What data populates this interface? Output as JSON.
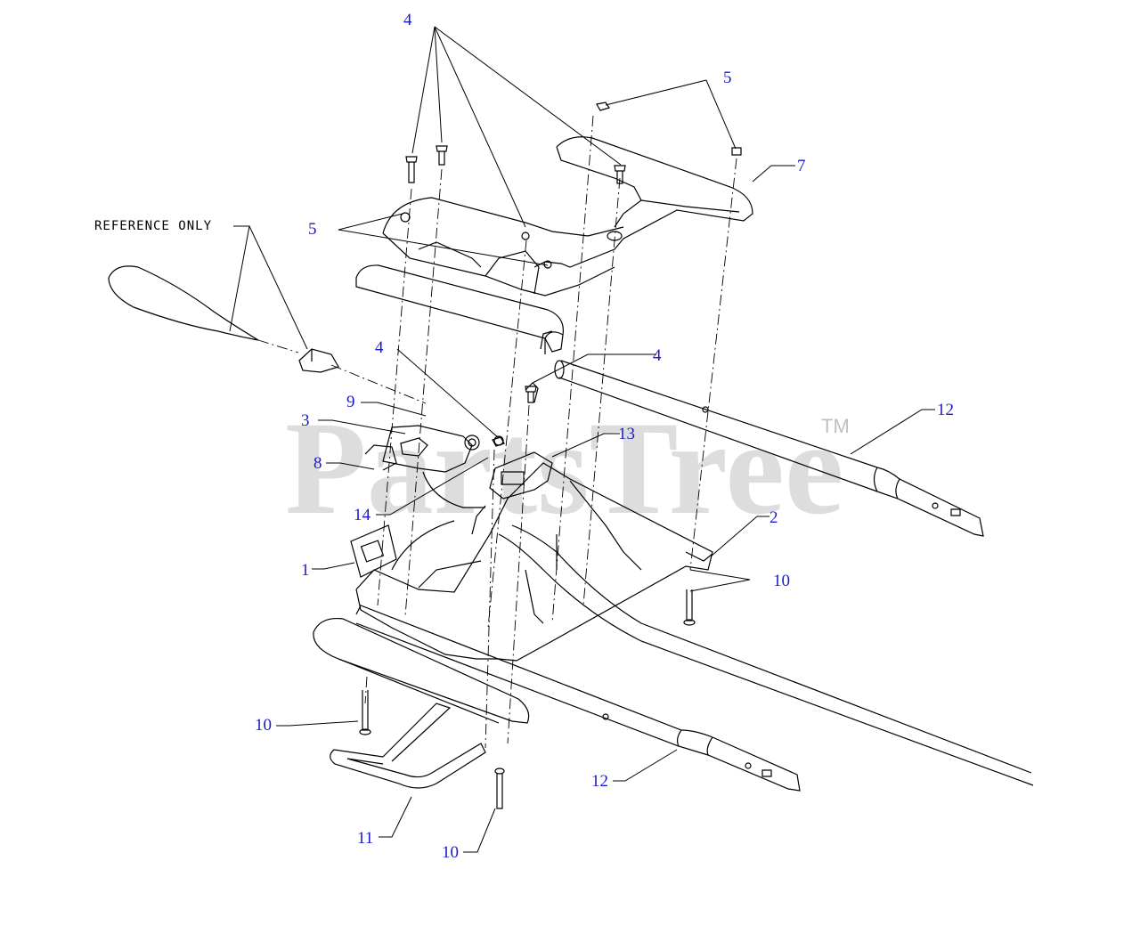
{
  "watermark": {
    "text": "PartsTree",
    "trademark": "TM"
  },
  "reference_label": "REFERENCE ONLY",
  "callouts": {
    "c1": "1",
    "c2": "2",
    "c3": "3",
    "c4_top": "4",
    "c4_mid_left": "4",
    "c4_mid_right": "4",
    "c5_top_right": "5",
    "c5_left": "5",
    "c7": "7",
    "c8": "8",
    "c9": "9",
    "c10_right": "10",
    "c10_left": "10",
    "c10_bottom": "10",
    "c11": "11",
    "c12_right": "12",
    "c12_bottom": "12",
    "c13": "13",
    "c14": "14"
  },
  "colors": {
    "callout": "#1a1acc",
    "linework": "#000000"
  }
}
